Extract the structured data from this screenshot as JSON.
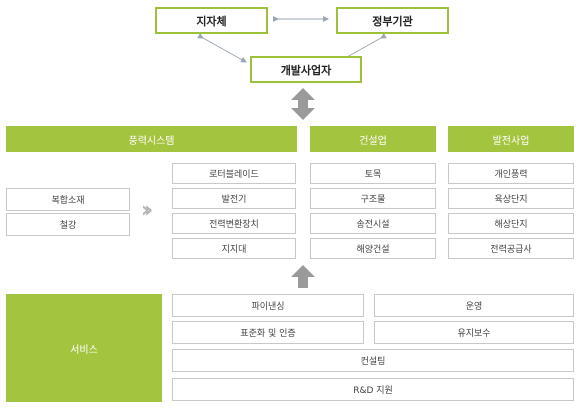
{
  "top": {
    "local_gov": "지자체",
    "central_gov": "정부기관",
    "developer": "개발사업자"
  },
  "columns": {
    "wind_system": {
      "header": "풍력시스템",
      "items": [
        "로터블레이드",
        "발전기",
        "전력변환장치",
        "지지대"
      ],
      "materials": [
        "복합소재",
        "철강"
      ]
    },
    "construction": {
      "header": "건설업",
      "items": [
        "토목",
        "구조물",
        "송전시설",
        "해양건설"
      ]
    },
    "power_business": {
      "header": "발전사업",
      "items": [
        "개인풍력",
        "육상단지",
        "해상단지",
        "전력공급사"
      ]
    }
  },
  "service": {
    "label": "서비스",
    "financing": "파이낸싱",
    "operation": "운영",
    "standardization": "표준화 및 인증",
    "maintenance": "유지보수",
    "consulting": "컨설팅",
    "rnd": "R&D 지원"
  },
  "colors": {
    "accent_green": "#a3c43f",
    "box_border": "#c8c8c8",
    "arrow_gray": "#9a9a9a"
  }
}
